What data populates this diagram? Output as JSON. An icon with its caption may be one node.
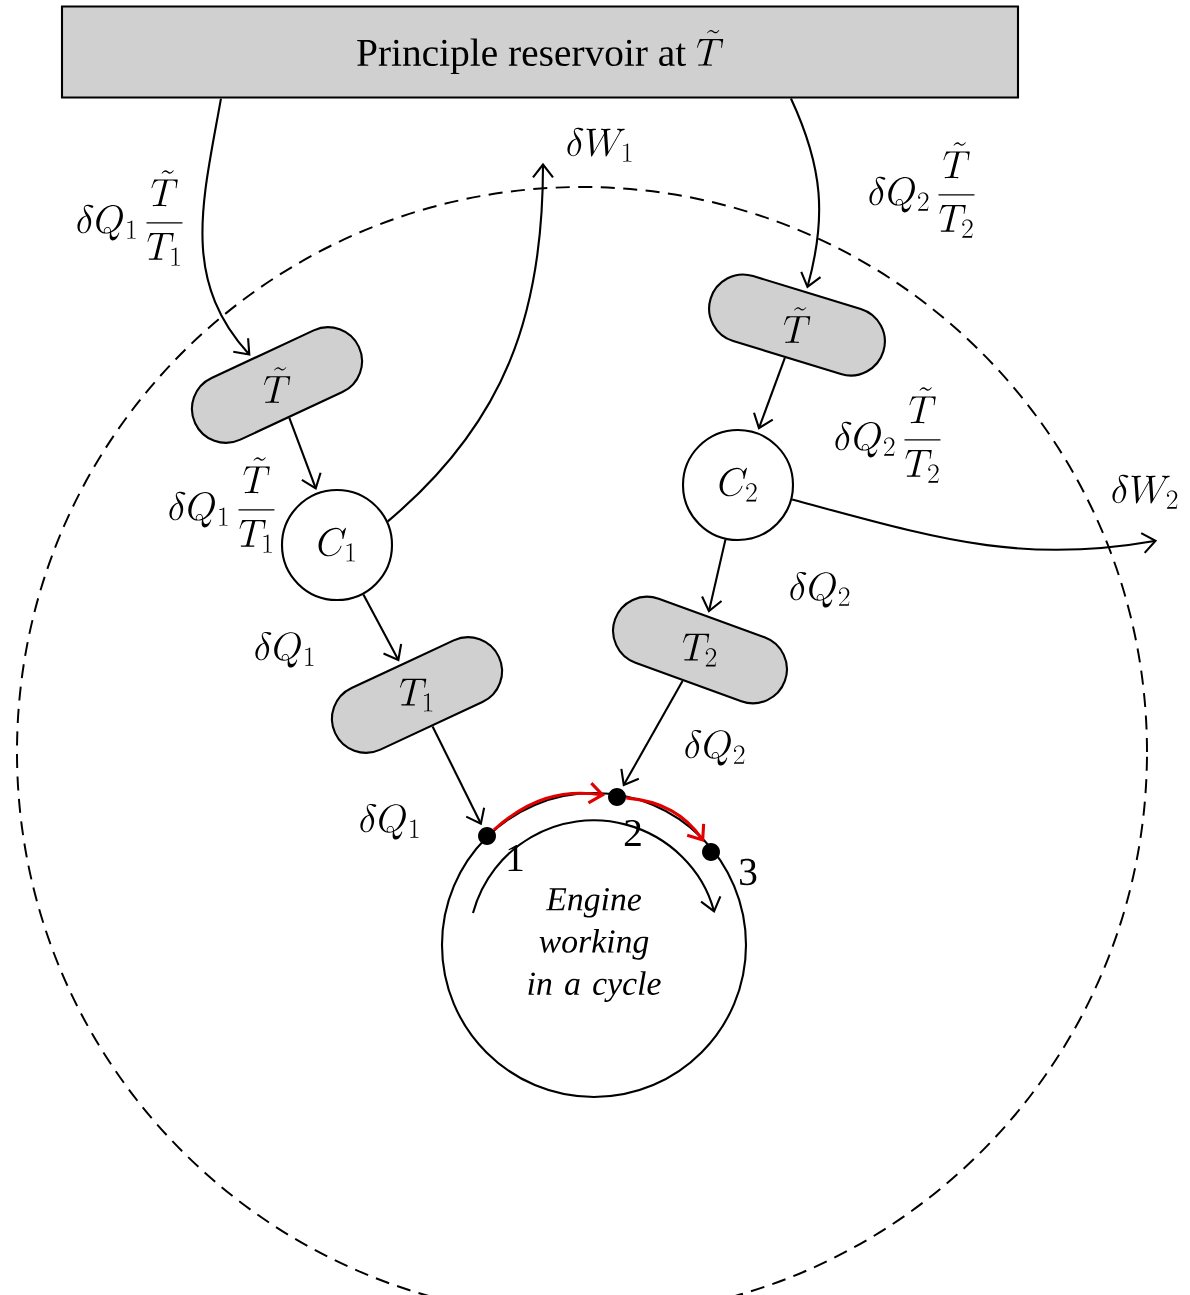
{
  "diagram": {
    "nodes": [
      {
        "text": [
          "\\text{Principle reservoir at }\\tilde{T}"
        ]
      },
      {
        "text": [],
        "shape": "circle"
      },
      {
        "text": [
          "\\tilde{T}"
        ],
        "in": 1
      },
      {
        "text": [
          "C_1"
        ],
        "in": 1
      },
      {
        "text": [
          "T_1"
        ],
        "in": 1
      },
      {
        "text": [
          "\\tilde{T}"
        ],
        "in": 1
      },
      {
        "text": [
          "C_2"
        ],
        "in": 1
      },
      {
        "text": [
          "T_2"
        ],
        "in": 1
      },
      {
        "text": [
          "Engine working in a cycle"
        ],
        "in": 1
      },
      {
        "text": [],
        "shape": "circle",
        "beside": [
          "1"
        ],
        "in": 8
      },
      {
        "text": [],
        "shape": "circle",
        "beside": [
          "2"
        ],
        "in": 8
      },
      {
        "text": [],
        "shape": "circle",
        "beside": [
          "3"
        ],
        "in": 8
      }
    ],
    "edges": [
      {
        "from": 0,
        "to": 2,
        "arrow": "to",
        "label": "\\delta Q_1\\,\\frac{\\tilde{T}}{T_1}"
      },
      {
        "from": 2,
        "to": 3,
        "arrow": "to",
        "label": "\\delta Q_1\\,\\frac{\\tilde{T}}{T_1}"
      },
      {
        "from": 3,
        "to": null,
        "arrow": "to",
        "label": "\\delta W_1"
      },
      {
        "from": 3,
        "to": 4,
        "arrow": "to",
        "label": "\\delta Q_1"
      },
      {
        "from": 4,
        "to": 9,
        "arrow": "to",
        "label": "\\delta Q_1"
      },
      {
        "from": 0,
        "to": 5,
        "arrow": "to",
        "label": "\\delta Q_2\\,\\frac{\\tilde{T}}{T_2}"
      },
      {
        "from": 5,
        "to": 6,
        "arrow": "to",
        "label": "\\delta Q_2\\,\\frac{\\tilde{T}}{T_2}"
      },
      {
        "from": 6,
        "to": null,
        "arrow": "to",
        "label": "\\delta W_2"
      },
      {
        "from": 6,
        "to": 7,
        "arrow": "to",
        "label": "\\delta Q_2"
      },
      {
        "from": 7,
        "to": 10,
        "arrow": "to",
        "label": "\\delta Q_2"
      },
      {
        "from": 9,
        "to": 10,
        "arrow": "to",
        "color": "#e00000"
      },
      {
        "from": 10,
        "to": 11,
        "arrow": "to",
        "color": "#e00000"
      }
    ]
  }
}
